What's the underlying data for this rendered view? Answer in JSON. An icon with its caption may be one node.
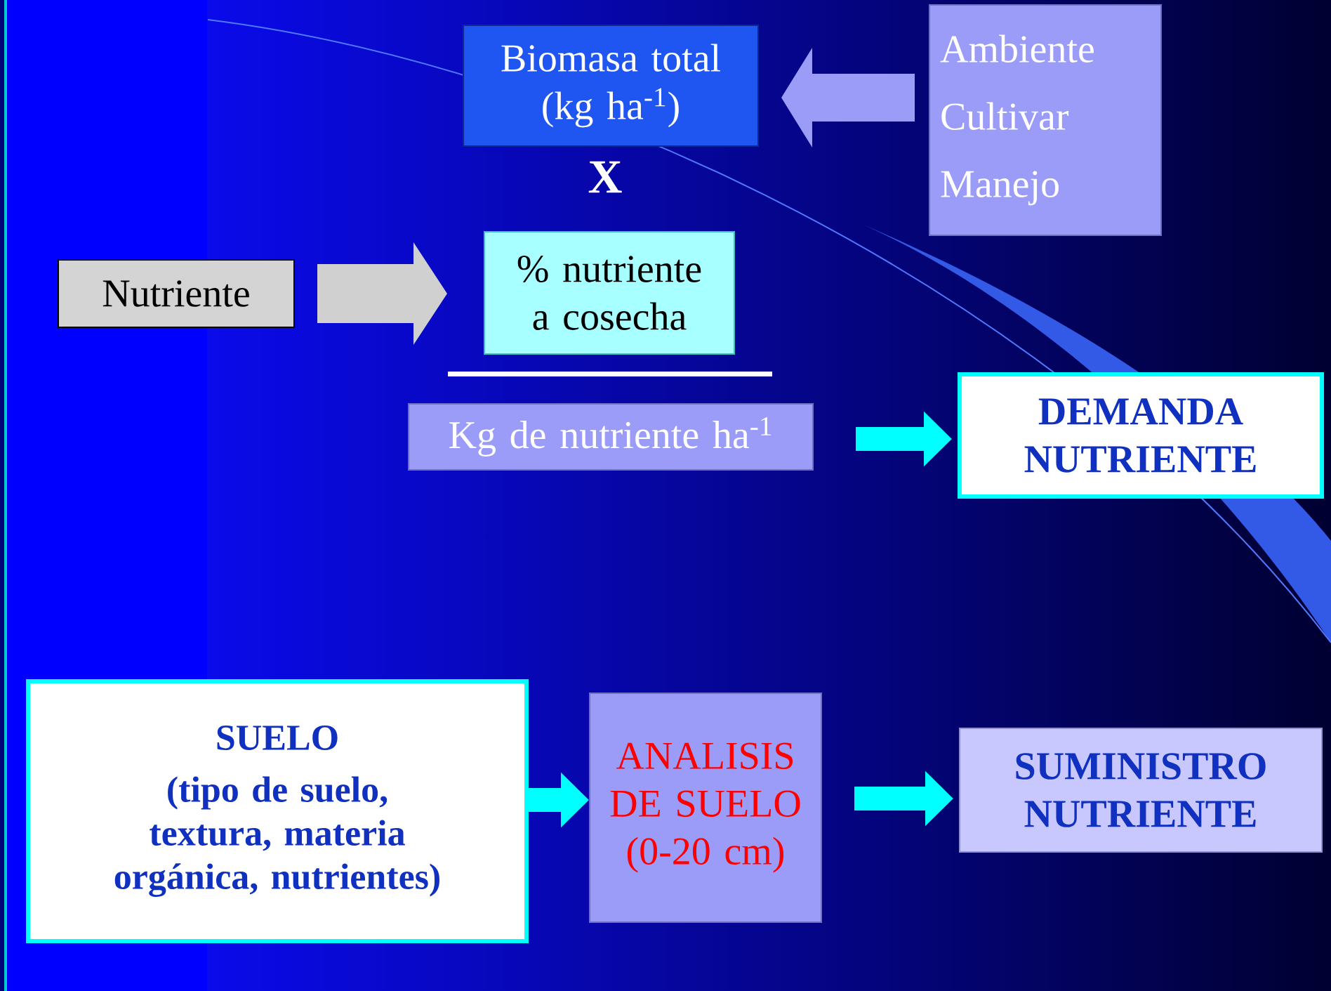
{
  "diagram": {
    "nodes": [
      {
        "text": [
          "Biomasa total (kg ha$^{-1}$)"
        ]
      },
      {
        "text": [
          "Ambiente",
          "Cultivar",
          "Manejo"
        ]
      },
      {
        "text": [
          "Nutriente"
        ]
      },
      {
        "text": [
          "% nutriente a cosecha"
        ]
      },
      {
        "text": [
          "Kg de nutriente ha$^{-1}$"
        ]
      },
      {
        "text": [
          "DEMANDA NUTRIENTE"
        ]
      },
      {
        "text": [
          "SUELO",
          "(tipo de suelo, textura, materia orgánica, nutrientes)"
        ]
      },
      {
        "text": [
          "ANALISIS DE SUELO (0-20 cm)"
        ]
      },
      {
        "text": [
          "SUMINISTRO NUTRIENTE"
        ]
      }
    ],
    "edges": [
      {
        "from": 1,
        "to": 0,
        "arrow": "to",
        "style": "thick",
        "color": "#9a9cf8"
      },
      {
        "from": 2,
        "to": 3,
        "arrow": "to",
        "style": "thick",
        "color": "#d0d0d0"
      },
      {
        "from": 4,
        "to": 5,
        "arrow": "to"
      },
      {
        "from": 6,
        "to": 7,
        "arrow": "to"
      },
      {
        "from": 7,
        "to": 8,
        "arrow": "to"
      }
    ],
    "labels": [
      "X"
    ]
  }
}
